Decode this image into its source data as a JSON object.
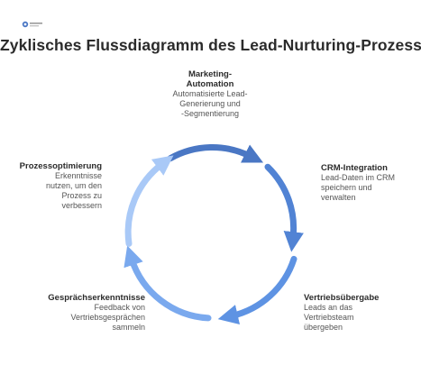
{
  "logo": {
    "icon": "brand-logo-icon"
  },
  "title": "Zyklisches Flussdiagramm des Lead-Nurturing-Prozesses",
  "stages": [
    {
      "title_lines": [
        "Marketing-",
        "Automation"
      ],
      "desc_lines": [
        "Automatisierte Lead-",
        "Generierung und",
        "-Segmentierung"
      ]
    },
    {
      "title_lines": [
        "CRM-Integration"
      ],
      "desc_lines": [
        "Lead-Daten im CRM",
        "speichern und",
        "verwalten"
      ]
    },
    {
      "title_lines": [
        "Vertriebsübergabe"
      ],
      "desc_lines": [
        "Leads an das",
        "Vertriebsteam",
        "übergeben"
      ]
    },
    {
      "title_lines": [
        "Gesprächserkenntnisse"
      ],
      "desc_lines": [
        "Feedback von",
        "Vertriebsgesprächen",
        "sammeln"
      ]
    },
    {
      "title_lines": [
        "Prozessoptimierung"
      ],
      "desc_lines": [
        "Erkenntnisse",
        "nutzen, um den",
        "Prozess zu",
        "verbessern"
      ]
    }
  ],
  "colors": {
    "arc_top": "#4a77c4",
    "arc_right": "#5183d4",
    "arc_bottom": "#5e93e3",
    "arc_left_lower": "#7aa9ee",
    "arc_left_upper": "#a9c9f7"
  }
}
